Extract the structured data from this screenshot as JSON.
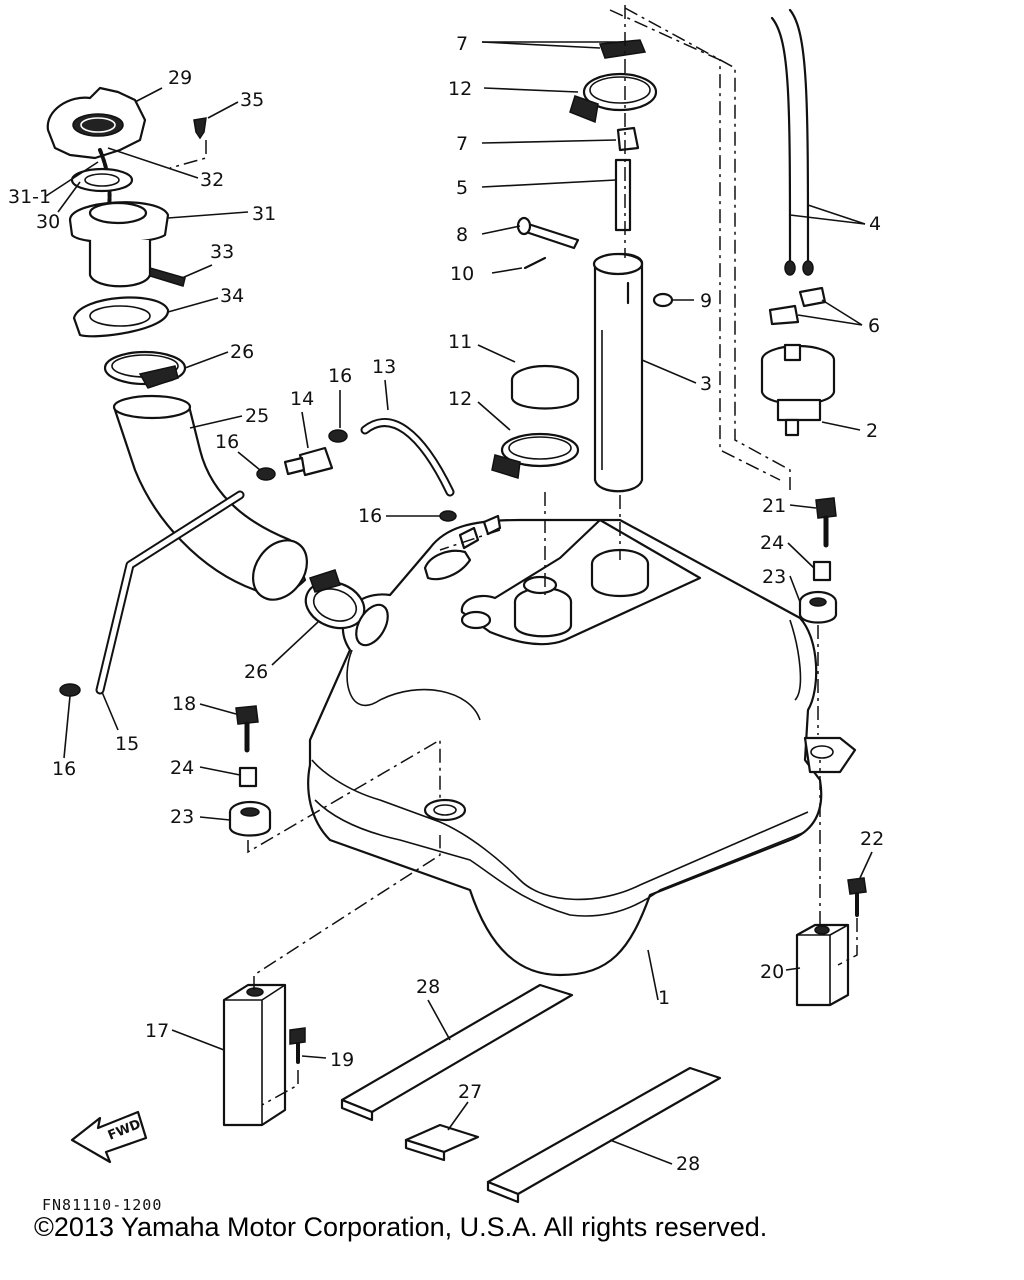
{
  "diagram": {
    "parts": [
      {
        "id": "p1",
        "label": "1"
      },
      {
        "id": "p2",
        "label": "2"
      },
      {
        "id": "p3",
        "label": "3"
      },
      {
        "id": "p4",
        "label": "4"
      },
      {
        "id": "p5",
        "label": "5"
      },
      {
        "id": "p6",
        "label": "6"
      },
      {
        "id": "p7a",
        "label": "7"
      },
      {
        "id": "p7b",
        "label": "7"
      },
      {
        "id": "p8",
        "label": "8"
      },
      {
        "id": "p9",
        "label": "9"
      },
      {
        "id": "p10",
        "label": "10"
      },
      {
        "id": "p11",
        "label": "11"
      },
      {
        "id": "p12a",
        "label": "12"
      },
      {
        "id": "p12b",
        "label": "12"
      },
      {
        "id": "p13",
        "label": "13"
      },
      {
        "id": "p14",
        "label": "14"
      },
      {
        "id": "p15",
        "label": "15"
      },
      {
        "id": "p16a",
        "label": "16"
      },
      {
        "id": "p16b",
        "label": "16"
      },
      {
        "id": "p16c",
        "label": "16"
      },
      {
        "id": "p16d",
        "label": "16"
      },
      {
        "id": "p17",
        "label": "17"
      },
      {
        "id": "p18",
        "label": "18"
      },
      {
        "id": "p19",
        "label": "19"
      },
      {
        "id": "p20",
        "label": "20"
      },
      {
        "id": "p21",
        "label": "21"
      },
      {
        "id": "p22",
        "label": "22"
      },
      {
        "id": "p23a",
        "label": "23"
      },
      {
        "id": "p23b",
        "label": "23"
      },
      {
        "id": "p24a",
        "label": "24"
      },
      {
        "id": "p24b",
        "label": "24"
      },
      {
        "id": "p25",
        "label": "25"
      },
      {
        "id": "p26a",
        "label": "26"
      },
      {
        "id": "p26b",
        "label": "26"
      },
      {
        "id": "p27",
        "label": "27"
      },
      {
        "id": "p28a",
        "label": "28"
      },
      {
        "id": "p28b",
        "label": "28"
      },
      {
        "id": "p29",
        "label": "29"
      },
      {
        "id": "p30",
        "label": "30"
      },
      {
        "id": "p31",
        "label": "31"
      },
      {
        "id": "p31_1",
        "label": "31-1"
      },
      {
        "id": "p32",
        "label": "32"
      },
      {
        "id": "p33",
        "label": "33"
      },
      {
        "id": "p34",
        "label": "34"
      },
      {
        "id": "p35",
        "label": "35"
      }
    ],
    "fwd_label": "FWD",
    "drawing_code": "FN81110-1200",
    "copyright": "©2013 Yamaha Motor Corporation, U.S.A. All rights reserved."
  }
}
